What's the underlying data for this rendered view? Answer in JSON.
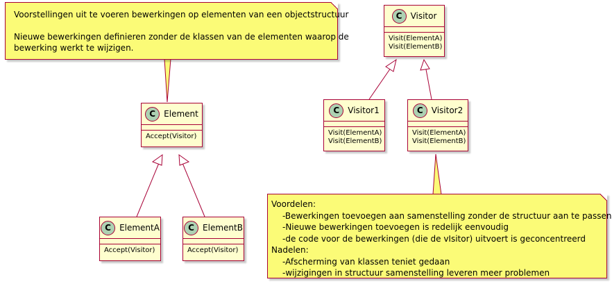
{
  "note_top": {
    "line1": "Voorstellingen uit te voeren bewerkingen op elementen van een objectstructuur",
    "line2": "Nieuwe bewerkingen definieren zonder de klassen van de elementen waarop de",
    "line3": "bewerking werkt te wijzigen."
  },
  "classes": {
    "element": {
      "stereotype": "C",
      "name": "Element",
      "methods": [
        "Accept(Visitor)"
      ]
    },
    "element_a": {
      "stereotype": "C",
      "name": "ElementA",
      "methods": [
        "Accept(Visitor)"
      ]
    },
    "element_b": {
      "stereotype": "C",
      "name": "ElementB",
      "methods": [
        "Accept(Visitor)"
      ]
    },
    "visitor": {
      "stereotype": "C",
      "name": "Visitor",
      "methods": [
        "Visit(ElementA)",
        "Visit(ElementB)"
      ]
    },
    "visitor1": {
      "stereotype": "C",
      "name": "Visitor1",
      "methods": [
        "Visit(ElementA)",
        "Visit(ElementB)"
      ]
    },
    "visitor2": {
      "stereotype": "C",
      "name": "Visitor2",
      "methods": [
        "Visit(ElementA)",
        "Visit(ElementB)"
      ]
    }
  },
  "note_bottom": {
    "voordelen_title": "Voordelen:",
    "voordelen": [
      "-Bewerkingen toevoegen aan samenstelling zonder de structuur aan te passen.",
      "-Nieuwe bewerkingen toevoegen is redelijk eenvoudig",
      "-de code voor de bewerkingen (die de vIsitor) uitvoert is geconcentreerd"
    ],
    "nadelen_title": "Nadelen:",
    "nadelen": [
      "-Afscherming van klassen teniet gedaan",
      "-wijzigingen in structuur samenstelling leveren meer problemen"
    ]
  },
  "colors": {
    "class_fill": "#FEFECE",
    "note_fill": "#FBFB77",
    "border": "#A80036",
    "class_circle": "#ADD1B2"
  }
}
